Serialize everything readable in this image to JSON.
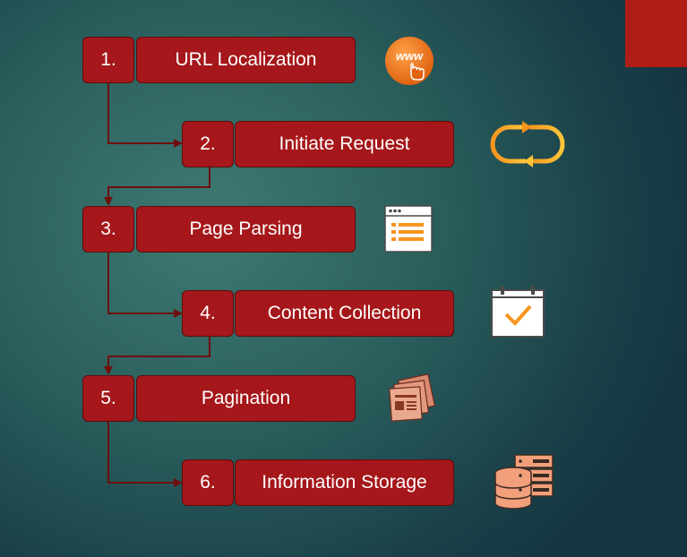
{
  "steps": [
    {
      "number": "1.",
      "label": "URL Localization",
      "icon": "www-hand-icon"
    },
    {
      "number": "2.",
      "label": "Initiate Request",
      "icon": "refresh-loop-icon"
    },
    {
      "number": "3.",
      "label": "Page Parsing",
      "icon": "browser-list-icon"
    },
    {
      "number": "4.",
      "label": "Content Collection",
      "icon": "calendar-check-icon"
    },
    {
      "number": "5.",
      "label": "Pagination",
      "icon": "stacked-pages-icon"
    },
    {
      "number": "6.",
      "label": "Information Storage",
      "icon": "database-server-icon"
    }
  ],
  "colors": {
    "box_fill": "#a5171a",
    "box_border": "#5e0c0c",
    "connector": "#6e0f0f",
    "accent_corner": "#b01c16",
    "icon_orange": "#f07d1e"
  }
}
